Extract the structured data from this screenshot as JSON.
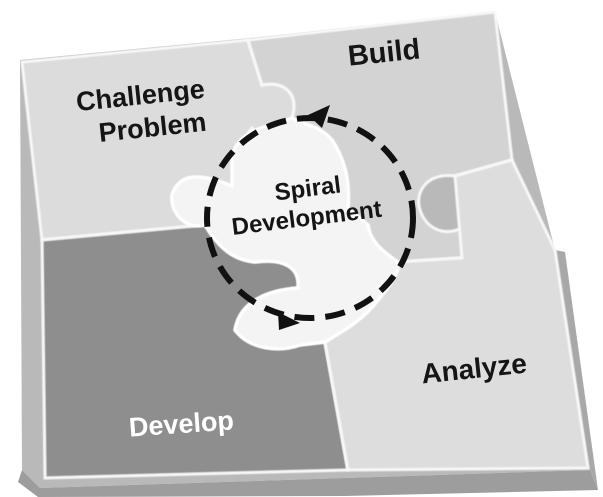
{
  "pieces": {
    "challenge_problem": {
      "line1": "Challenge",
      "line2": "Problem"
    },
    "build": {
      "label": "Build"
    },
    "develop": {
      "label": "Develop"
    },
    "analyze": {
      "label": "Analyze"
    }
  },
  "center": {
    "line1": "Spiral",
    "line2": "Development"
  },
  "colors": {
    "light_piece": "#dcdcdc",
    "light_piece_alt": "#d2d2d2",
    "dark_piece": "#8e8e8e",
    "center_fill": "#f4f4f4",
    "text_dark": "#151515",
    "text_light": "#ffffff",
    "arrow": "#111111"
  },
  "icons": [
    "arrow-head-icon"
  ]
}
